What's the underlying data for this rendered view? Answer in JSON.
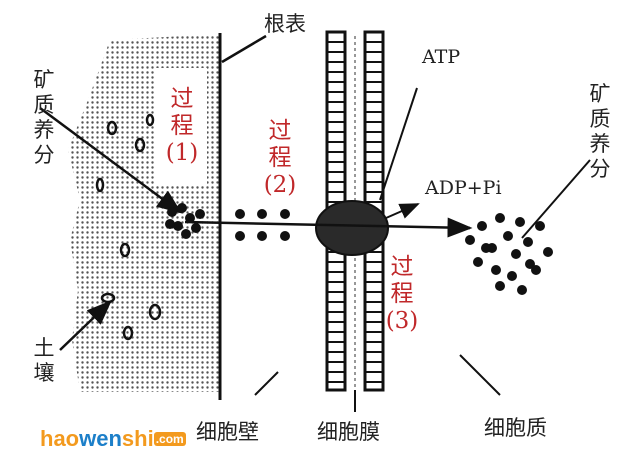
{
  "labels": {
    "root_surface": "根表",
    "mineral_left": "矿质养分",
    "soil": "土壤",
    "process1": "过程(1)",
    "process2": "过程(2)",
    "process3": "过程(3)",
    "atp": "ATP",
    "adp": "ADP+Pi",
    "mineral_right": "矿质养分",
    "cell_wall": "细胞壁",
    "cell_membrane": "细胞膜",
    "cytoplasm": "细胞质"
  },
  "watermark": {
    "part1": "hao",
    "part2": "wen",
    "part3": "shi",
    "suffix": ".com"
  },
  "colors": {
    "process_text": "#c0282a",
    "line": "#111111",
    "watermark_orange": "#f39a1e",
    "watermark_blue": "#1c7fc9"
  }
}
